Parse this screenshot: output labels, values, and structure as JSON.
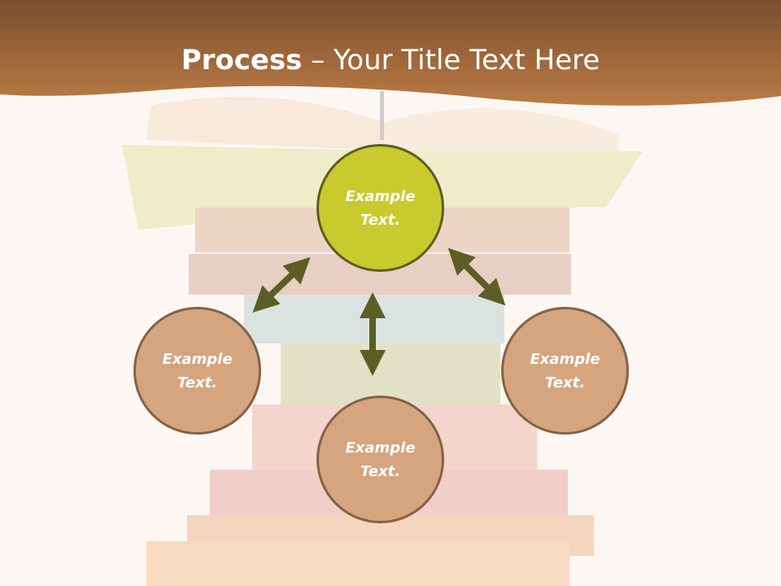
{
  "slide": {
    "title_bold": "Process",
    "title_rest": " – Your Title Text Here"
  },
  "colors": {
    "header": "#a8632f",
    "center_fill": "#c9ca2e",
    "center_border": "#5c5e1f",
    "node_fill": "#d4a57f",
    "node_border": "#836247",
    "arrow": "#5c5e26"
  },
  "diagram": {
    "center": {
      "text": "Example Text."
    },
    "nodes": [
      {
        "text": "Example Text."
      },
      {
        "text": "Example Text."
      },
      {
        "text": "Example Text."
      }
    ],
    "arrows": 3
  }
}
